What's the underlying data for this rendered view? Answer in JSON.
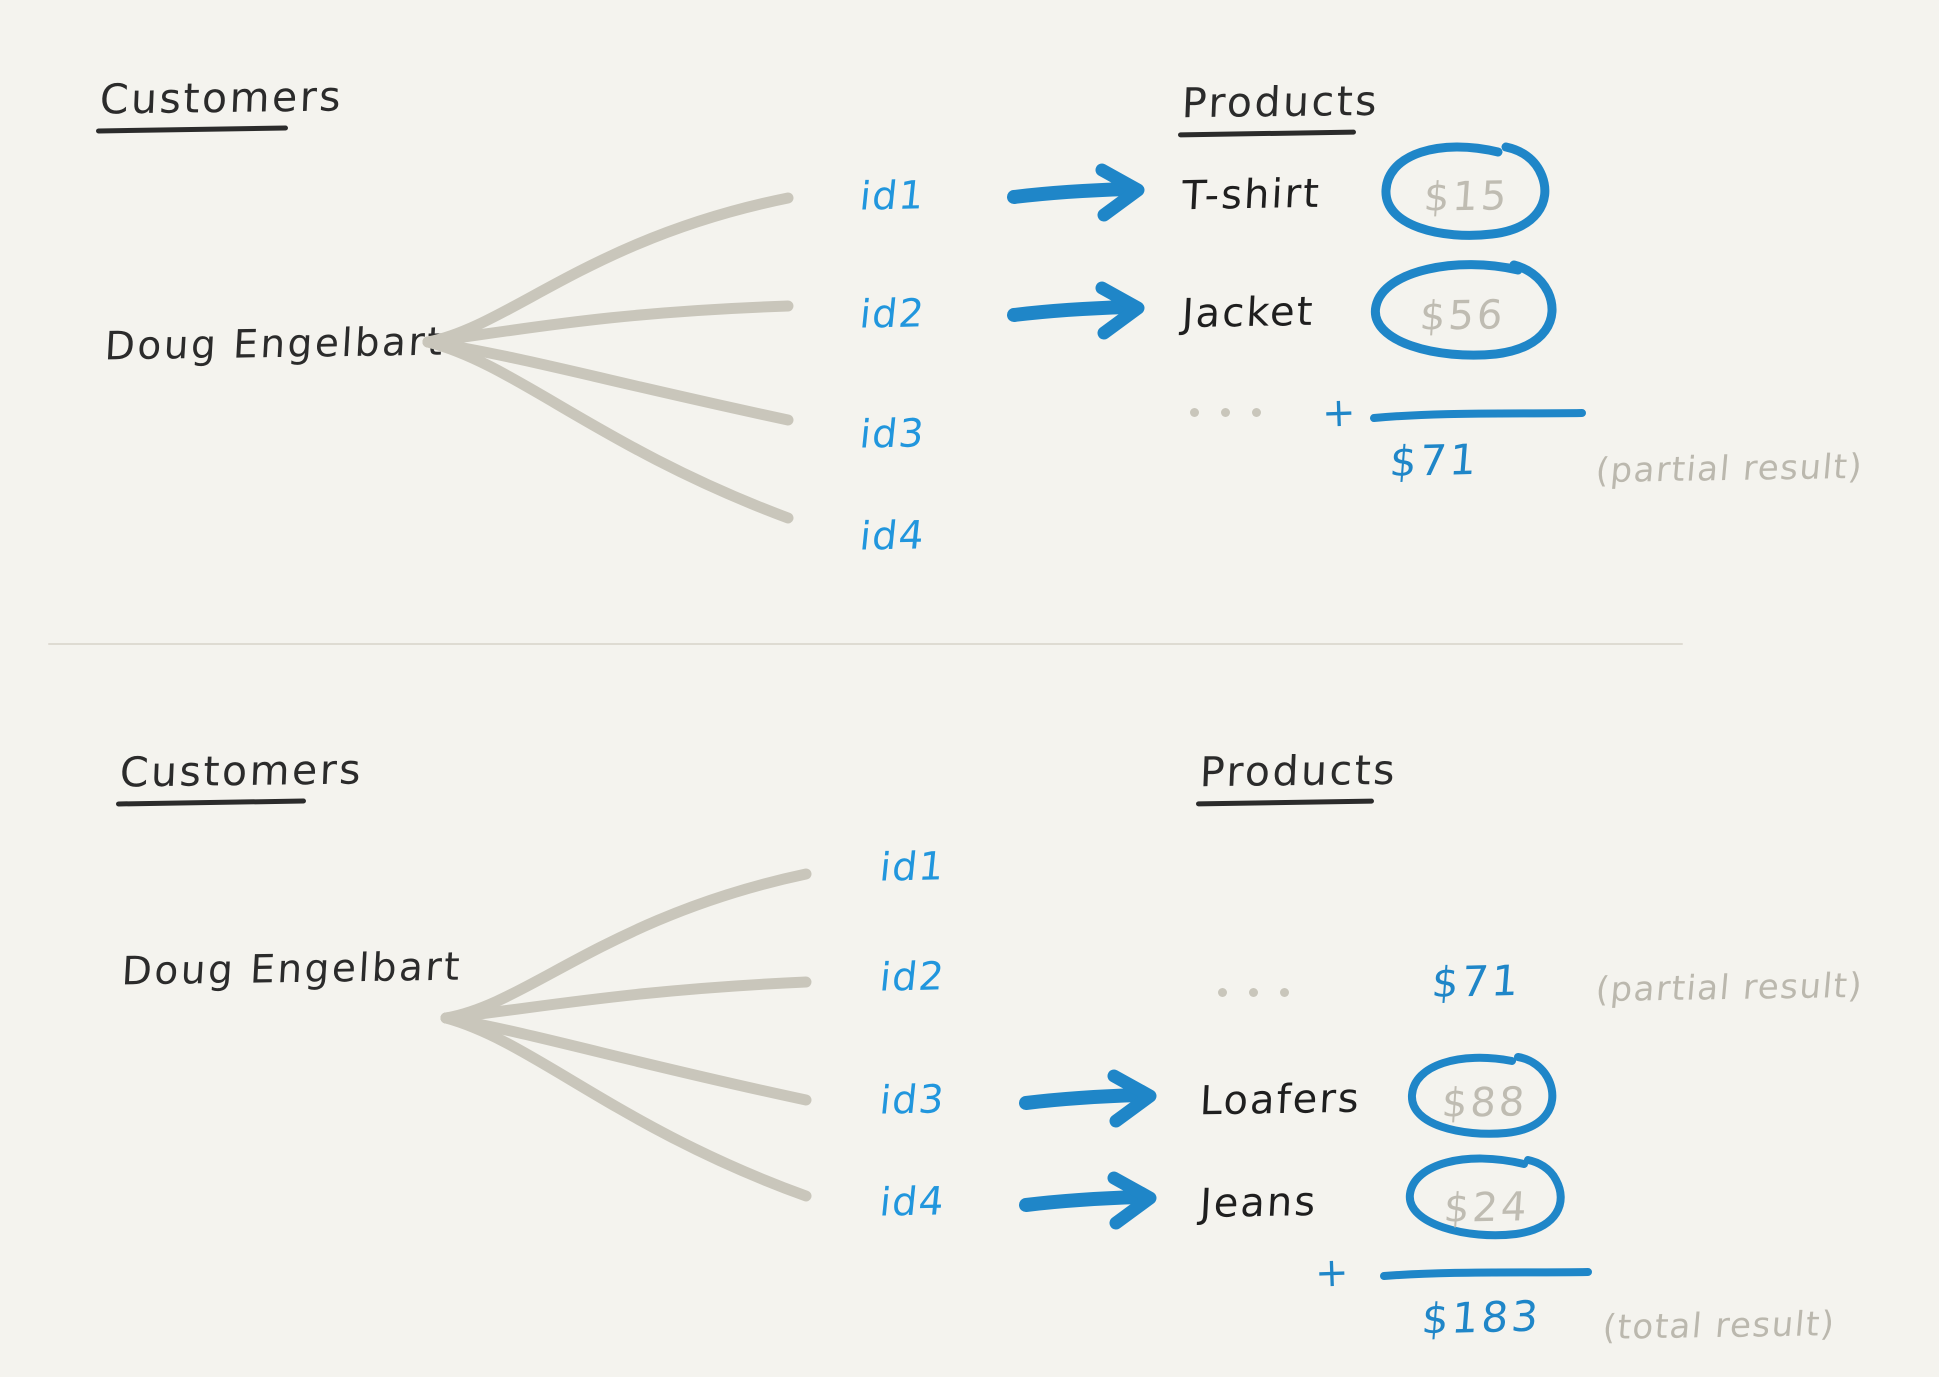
{
  "theme": {
    "background": "#f4f3ee",
    "ink_black": "#2b2b2b",
    "accent_blue": "#1f86c8",
    "id_blue": "#2196dd",
    "muted_gray": "#bfbcb2",
    "line_gray": "#c9c6bb",
    "divider_gray": "#dedbd2"
  },
  "sections": [
    {
      "id": "top",
      "customers_heading": "Customers",
      "products_heading": "Products",
      "customer_name": "Doug Engelbart",
      "ids": [
        "id1",
        "id2",
        "id3",
        "id4"
      ],
      "arrow_rows": [
        "id1",
        "id2"
      ],
      "rows": [
        {
          "id": "id1",
          "product": "T-shirt",
          "price": "$15",
          "circled": true
        },
        {
          "id": "id2",
          "product": "Jacket",
          "price": "$56",
          "circled": true
        }
      ],
      "ellipsis": "...",
      "plus_symbol": "+",
      "sum_value": "$71",
      "sum_note": "(partial result)"
    },
    {
      "id": "bottom",
      "customers_heading": "Customers",
      "products_heading": "Products",
      "customer_name": "Doug Engelbart",
      "ids": [
        "id1",
        "id2",
        "id3",
        "id4"
      ],
      "arrow_rows": [
        "id3",
        "id4"
      ],
      "carried_value": "$71",
      "carried_note": "(partial result)",
      "ellipsis": "...",
      "rows": [
        {
          "id": "id3",
          "product": "Loafers",
          "price": "$88",
          "circled": true
        },
        {
          "id": "id4",
          "product": "Jeans",
          "price": "$24",
          "circled": true
        }
      ],
      "plus_symbol": "+",
      "sum_value": "$183",
      "sum_note": "(total result)"
    }
  ]
}
